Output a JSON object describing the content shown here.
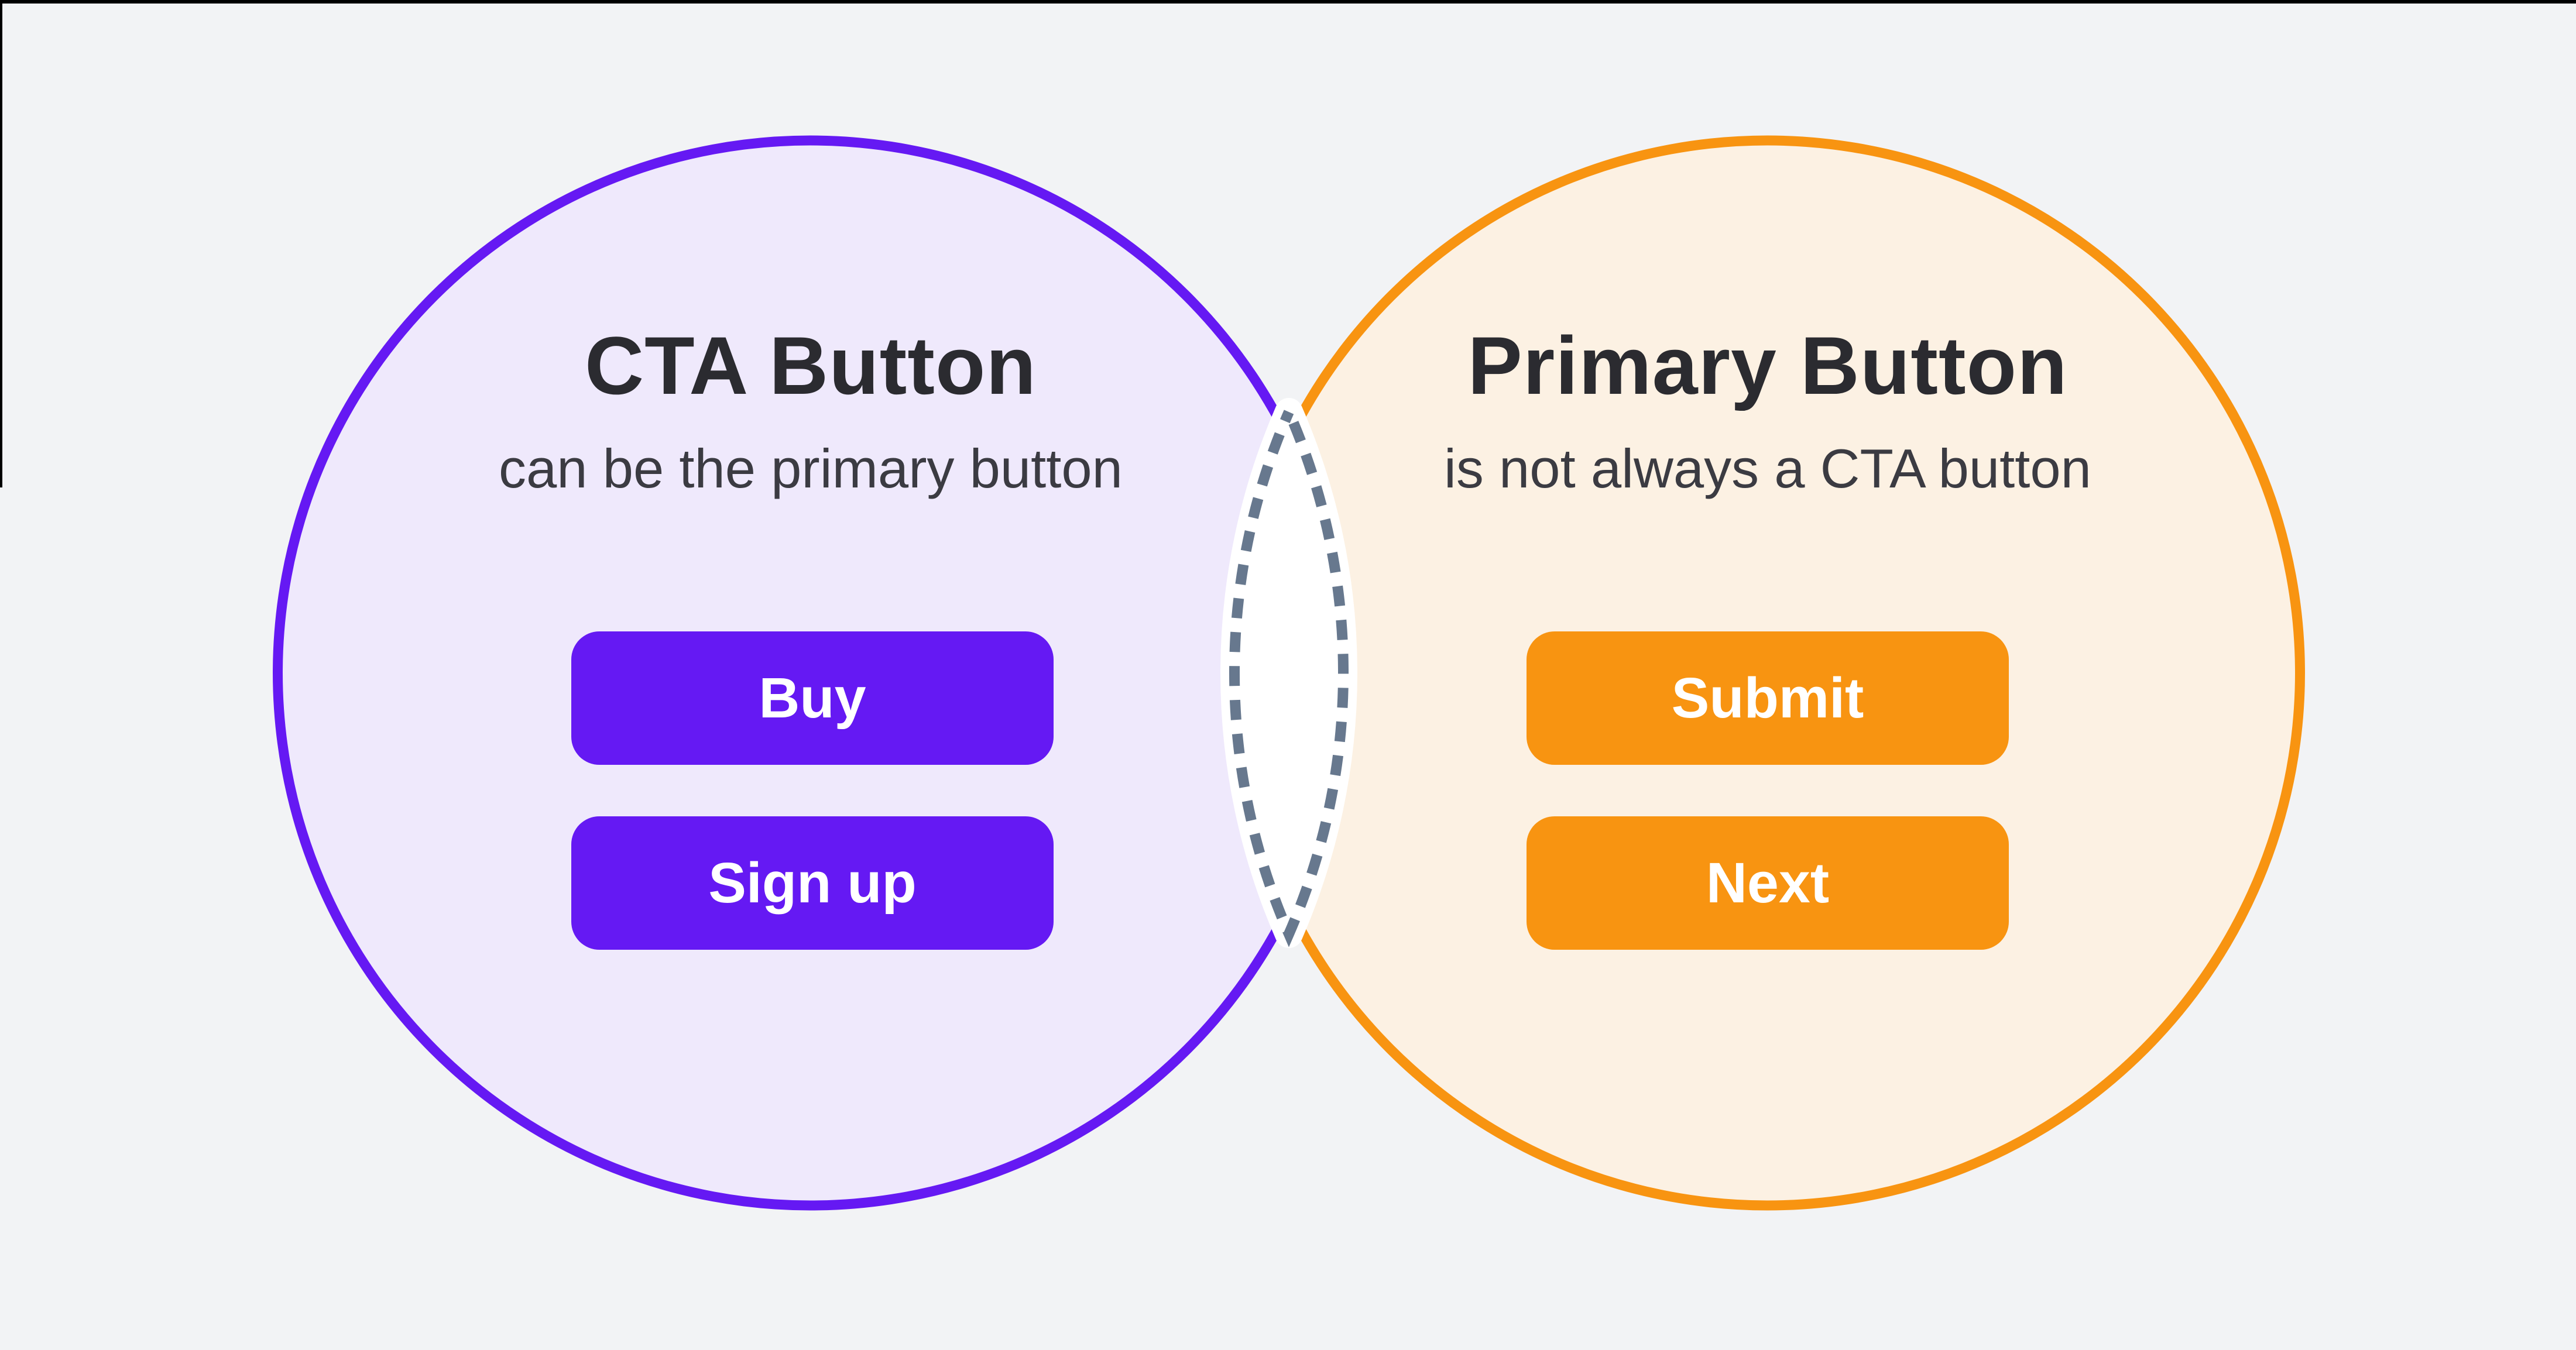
{
  "theme": {
    "background": "#F2F3F5",
    "frame_line": "#000000",
    "left_fill": "#EFE9FC",
    "left_stroke": "#6519F3",
    "left_button_bg": "#6519F3",
    "right_fill": "#FCF1E3",
    "right_stroke": "#F89411",
    "right_button_bg": "#F89411",
    "dash_color": "#67788E",
    "title_color": "#2B2B30",
    "subtitle_color": "#3B3B42",
    "button_text_color": "#FFFFFF"
  },
  "diagram": {
    "left": {
      "title": "CTA Button",
      "subtitle": "can be the primary button",
      "buttons": [
        {
          "label": "Buy"
        },
        {
          "label": "Sign up"
        }
      ]
    },
    "right": {
      "title": "Primary Button",
      "subtitle": "is not always a CTA button",
      "buttons": [
        {
          "label": "Submit"
        },
        {
          "label": "Next"
        }
      ]
    }
  }
}
